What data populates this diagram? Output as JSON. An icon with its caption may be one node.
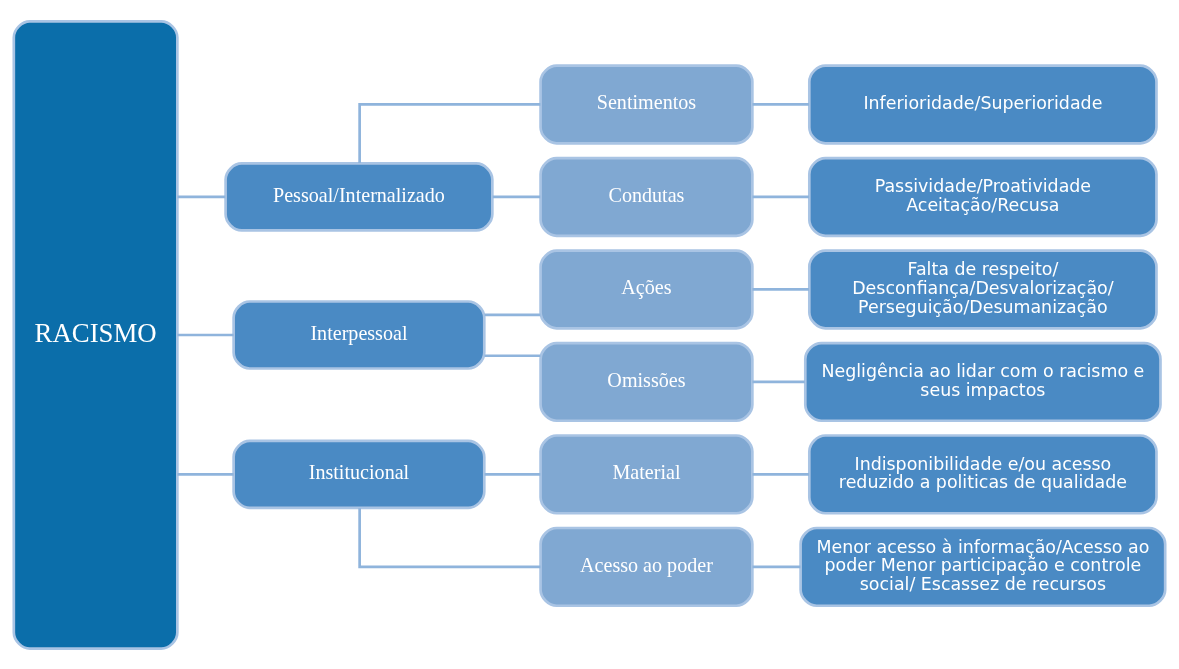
{
  "diagram": {
    "nodes": [
      {
        "text": [
          "RACISMO"
        ]
      },
      {
        "text": [
          "Pessoal/Internalizado"
        ]
      },
      {
        "text": [
          "Interpessoal"
        ]
      },
      {
        "text": [
          "Institucional"
        ]
      },
      {
        "text": [
          "Sentimentos"
        ]
      },
      {
        "text": [
          "Condutas"
        ]
      },
      {
        "text": [
          "Ações"
        ]
      },
      {
        "text": [
          "Omissões"
        ]
      },
      {
        "text": [
          "Material"
        ]
      },
      {
        "text": [
          "Acesso ao poder"
        ]
      },
      {
        "text": [
          "Inferioridade/Superioridade"
        ]
      },
      {
        "text": [
          "Passividade/Proatividade Aceitação/Recusa"
        ]
      },
      {
        "text": [
          "Falta de respeito/ Desconfiança/Desvalorização/ Perseguição/Desumanização"
        ]
      },
      {
        "text": [
          "Negligência ao lidar com o racismo e seus impactos"
        ]
      },
      {
        "text": [
          "Indisponibilidade e/ou acesso reduzido a politicas de qualidade"
        ]
      },
      {
        "text": [
          "Menor acesso à informação/Acesso ao poder Menor participação e controle social/ Escassez de recursos"
        ]
      }
    ],
    "edges": [
      {
        "from": 0,
        "to": 1,
        "arrow": "none"
      },
      {
        "from": 0,
        "to": 2,
        "arrow": "none"
      },
      {
        "from": 0,
        "to": 3,
        "arrow": "none"
      },
      {
        "from": 1,
        "to": 4,
        "arrow": "none"
      },
      {
        "from": 1,
        "to": 5,
        "arrow": "none"
      },
      {
        "from": 2,
        "to": 6,
        "arrow": "none"
      },
      {
        "from": 2,
        "to": 7,
        "arrow": "none"
      },
      {
        "from": 3,
        "to": 8,
        "arrow": "none"
      },
      {
        "from": 3,
        "to": 9,
        "arrow": "none"
      },
      {
        "from": 4,
        "to": 10,
        "arrow": "none"
      },
      {
        "from": 5,
        "to": 11,
        "arrow": "none"
      },
      {
        "from": 6,
        "to": 12,
        "arrow": "none"
      },
      {
        "from": 7,
        "to": 13,
        "arrow": "none"
      },
      {
        "from": 8,
        "to": 14,
        "arrow": "none"
      },
      {
        "from": 9,
        "to": 15,
        "arrow": "none"
      }
    ]
  }
}
